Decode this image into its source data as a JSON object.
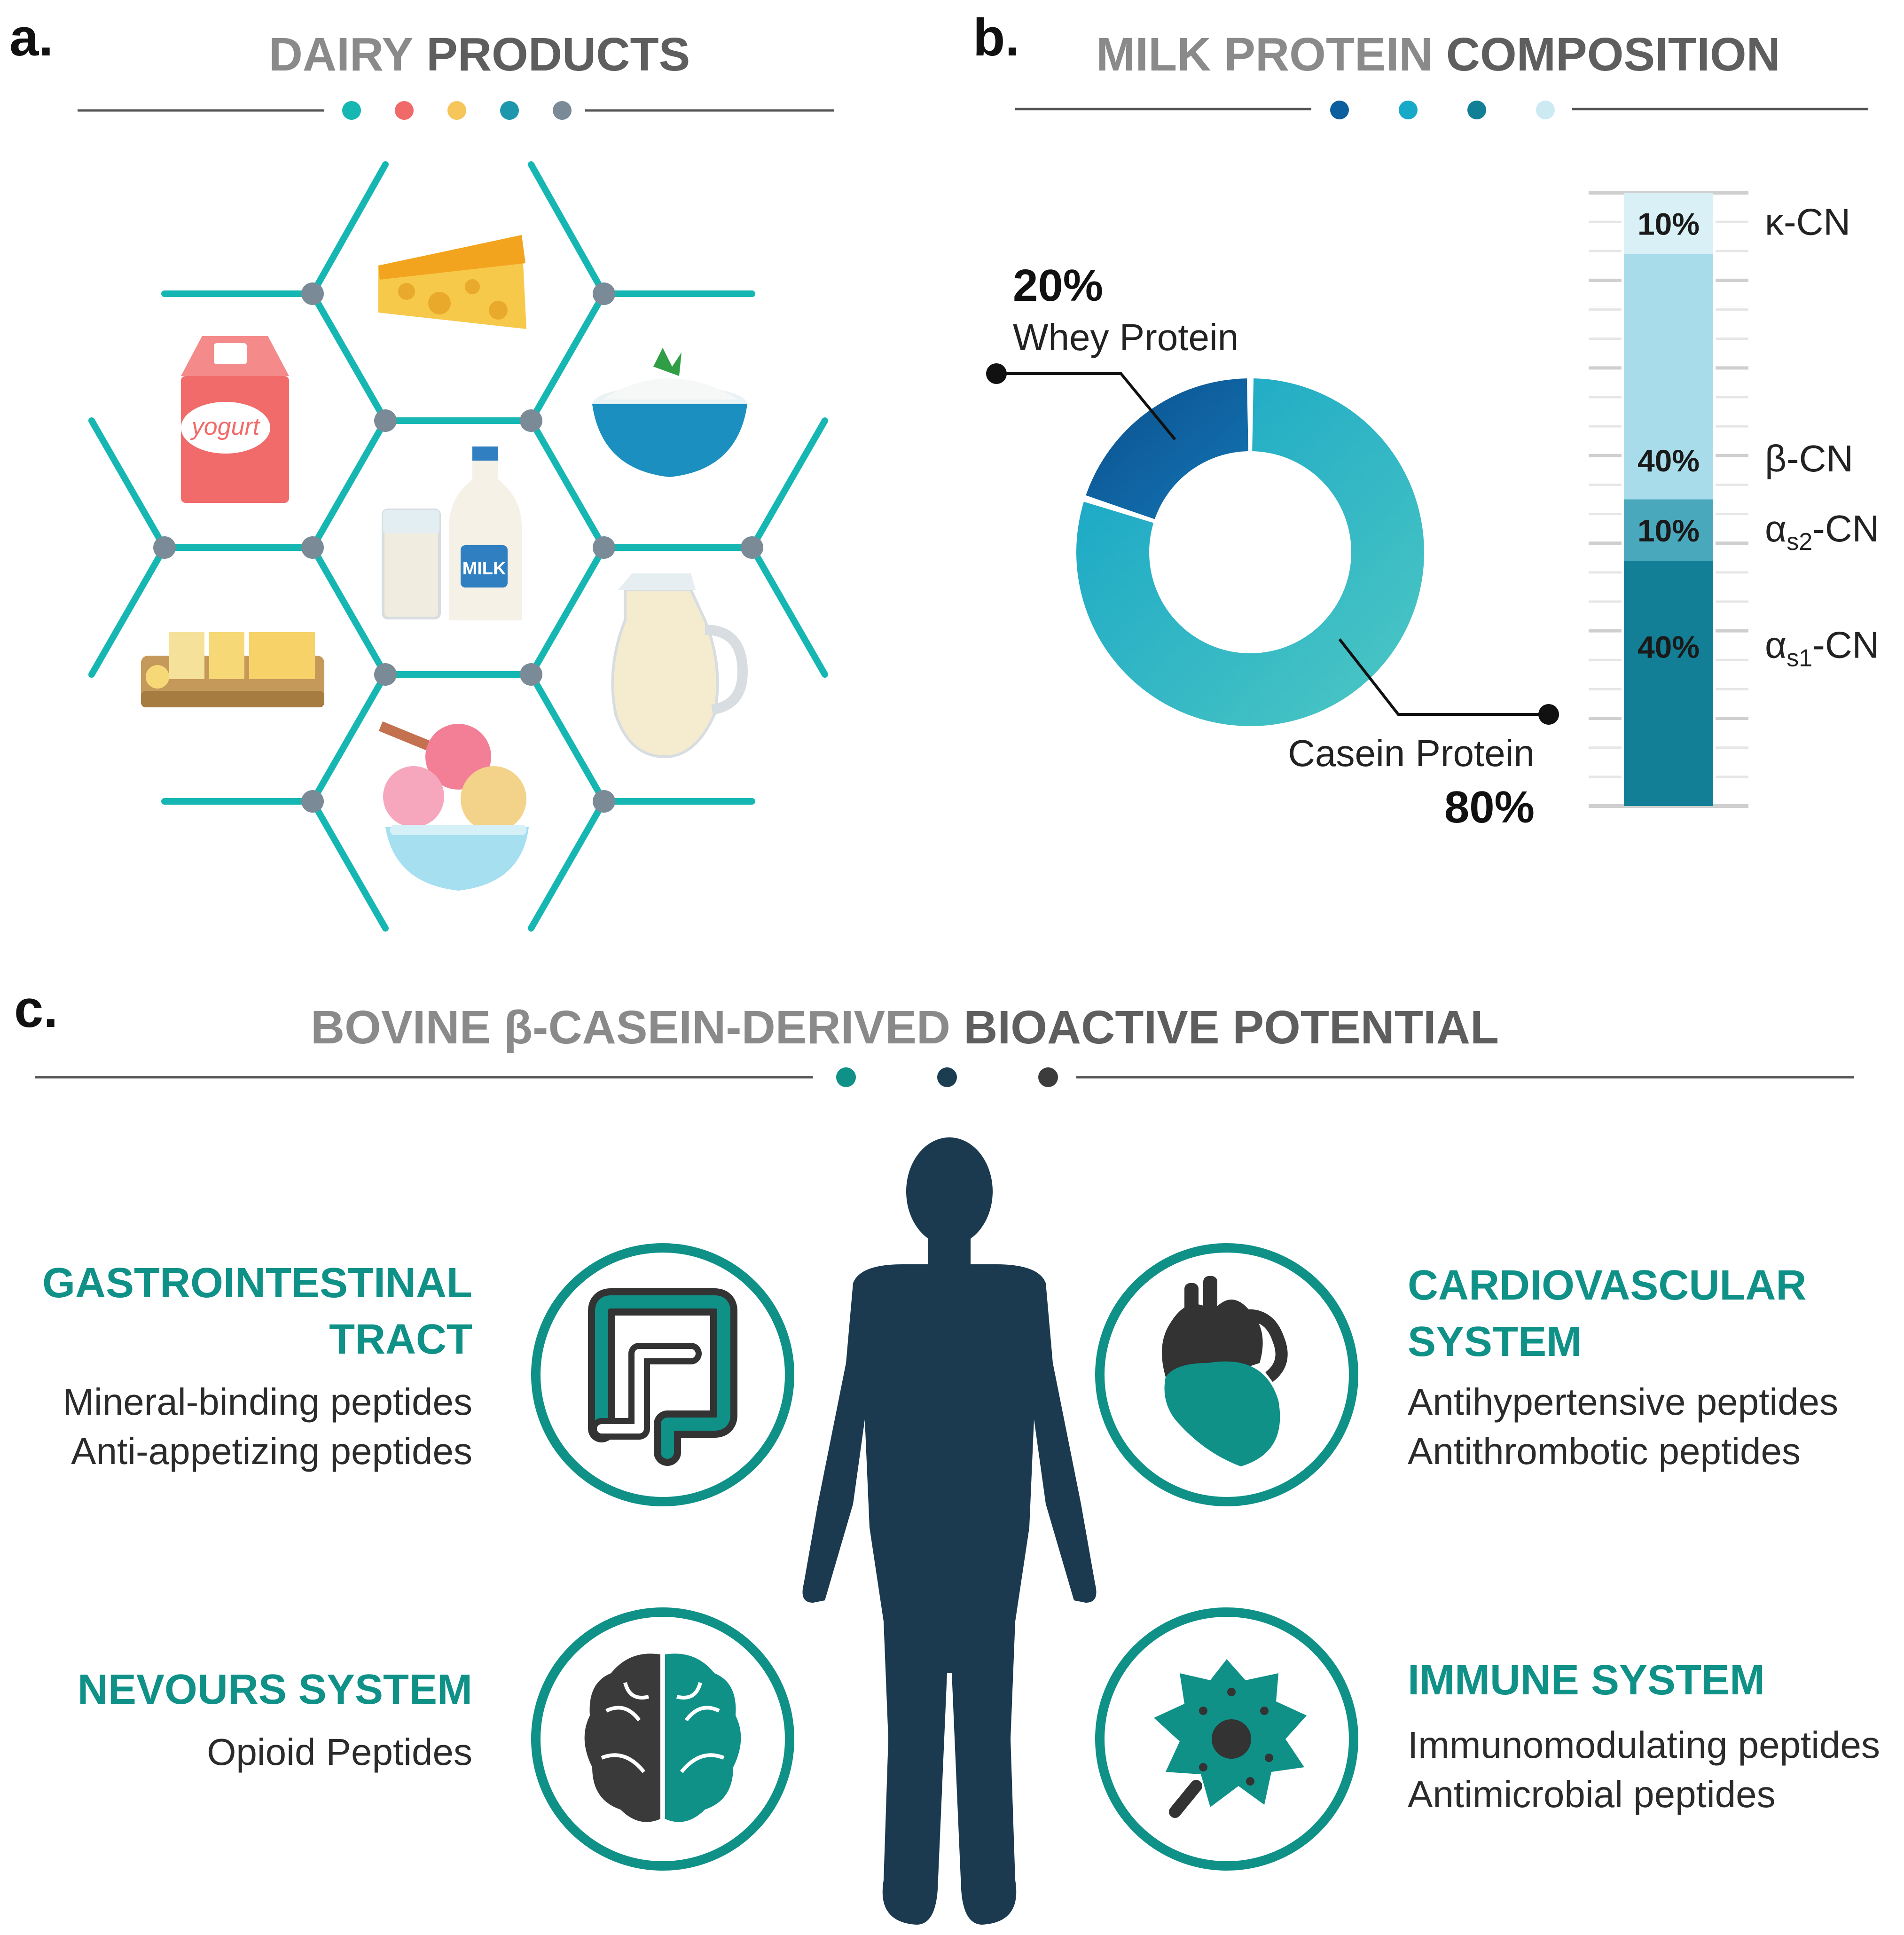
{
  "panel_a": {
    "letter": "a.",
    "title_part1": "DAIRY",
    "title_part2": "PRODUCTS",
    "dot_colors": [
      "#16b7b3",
      "#f06a6a",
      "#f6c65a",
      "#1c97ad",
      "#7a8a96"
    ],
    "carton_label": "yogurt",
    "bottle_label": "MILK",
    "items": [
      "cheese-icon",
      "yogurt-carton-icon",
      "sour-cream-bowl-icon",
      "milk-bottle-glass-icon",
      "butter-icon",
      "milk-jug-icon",
      "ice-cream-bowl-icon"
    ]
  },
  "panel_b": {
    "letter": "b.",
    "title_part1": "MILK PROTEIN",
    "title_part2": "COMPOSITION",
    "dot_colors": [
      "#0c5f9e",
      "#16a9c8",
      "#117f95",
      "#cdeaf3"
    ]
  },
  "chart_data": [
    {
      "type": "pie",
      "style": "donut",
      "categories": [
        "Whey Protein",
        "Casein Protein"
      ],
      "values": [
        20,
        80
      ],
      "labels": [
        "20%",
        "80%"
      ],
      "colors": [
        "#0e5fa0",
        "#1ab0cc"
      ]
    },
    {
      "type": "bar",
      "style": "stacked-single",
      "categories": [
        "κ-CN",
        "β-CN",
        "αs2-CN",
        "αs1-CN"
      ],
      "label_display": [
        {
          "main": "κ-CN"
        },
        {
          "main": "β-CN"
        },
        {
          "main": "α",
          "sub": "s2",
          "tail": "-CN"
        },
        {
          "main": "α",
          "sub": "s1",
          "tail": "-CN"
        }
      ],
      "values": [
        10,
        40,
        10,
        40
      ],
      "labels": [
        "10%",
        "40%",
        "10%",
        "40%"
      ],
      "colors": [
        "#d9f0f7",
        "#a9dceb",
        "#4aa8bd",
        "#137f96"
      ]
    }
  ],
  "panel_c": {
    "letter": "c.",
    "title_part1": "BOVINE β-CASEIN-DERIVED",
    "title_part2": "BIOACTIVE POTENTIAL",
    "dot_colors": [
      "#0f9188",
      "#1b3d52",
      "#3c3c3c"
    ],
    "accent": "#0f9188",
    "body_color": "#1b3a50",
    "systems": [
      {
        "title_lines": [
          "GASTROINTESTINAL",
          "TRACT"
        ],
        "items": [
          "Mineral-binding peptides",
          "Anti-appetizing peptides"
        ],
        "icon": "intestine-icon"
      },
      {
        "title_lines": [
          "CARDIOVASCULAR",
          "SYSTEM"
        ],
        "items": [
          "Antihypertensive peptides",
          "Antithrombotic peptides"
        ],
        "icon": "heart-icon"
      },
      {
        "title_lines": [
          "NEVOURS SYSTEM"
        ],
        "items": [
          "Opioid Peptides"
        ],
        "icon": "brain-icon"
      },
      {
        "title_lines": [
          "IMMUNE SYSTEM"
        ],
        "items": [
          "Immunomodulating peptides",
          "Antimicrobial peptides"
        ],
        "icon": "immune-cell-icon"
      }
    ]
  }
}
